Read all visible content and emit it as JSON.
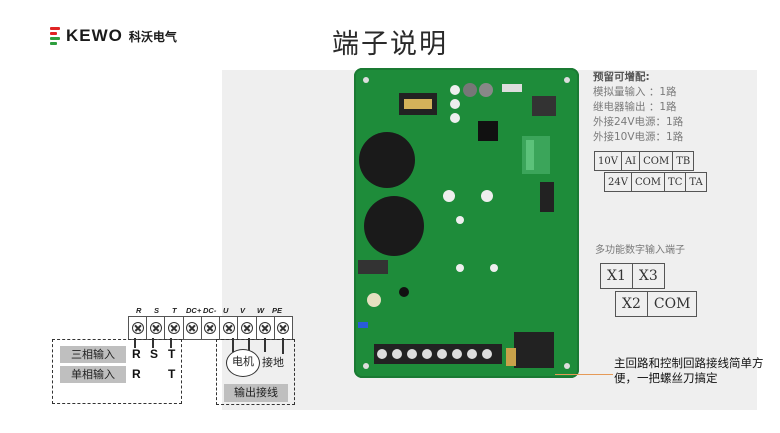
{
  "header": {
    "brand": "KEWO",
    "brand_cn": "科沃电气",
    "title": "端子说明"
  },
  "spare": {
    "heading": "预留可增配:",
    "items": [
      {
        "label": "模拟量输入",
        "sep": "：",
        "value": "1路"
      },
      {
        "label": "继电器输出",
        "sep": "：",
        "value": "1路"
      },
      {
        "label": "外接24V电源",
        "sep": "：",
        "value": "1路"
      },
      {
        "label": "外接10V电源",
        "sep": "：",
        "value": "1路"
      }
    ],
    "row1": [
      "10V",
      "AI",
      "COM",
      "TB"
    ],
    "row2": [
      "24V",
      "COM",
      "TC",
      "TA"
    ]
  },
  "digital_input": {
    "title": "多功能数字输入端子",
    "row1": [
      "X1",
      "X3"
    ],
    "row2": [
      "X2",
      "COM"
    ]
  },
  "main_note": "主回路和控制回路接线简单方便，一把螺丝刀搞定",
  "wiring": {
    "terminal_labels": [
      "R",
      "S",
      "T",
      "DC+",
      "DC-",
      "U",
      "V",
      "W",
      "PE"
    ],
    "three_phase_label": "三相输入",
    "single_phase_label": "单相输入",
    "three_phase_terms": [
      "R",
      "S",
      "T"
    ],
    "single_phase_terms": [
      "R",
      "T"
    ],
    "motor_label": "电机",
    "ground_label": "接地",
    "output_label": "输出接线"
  },
  "colors": {
    "board_green": "#1e8c3a",
    "logo_red": "#e02424",
    "logo_green": "#2e9e3e"
  }
}
